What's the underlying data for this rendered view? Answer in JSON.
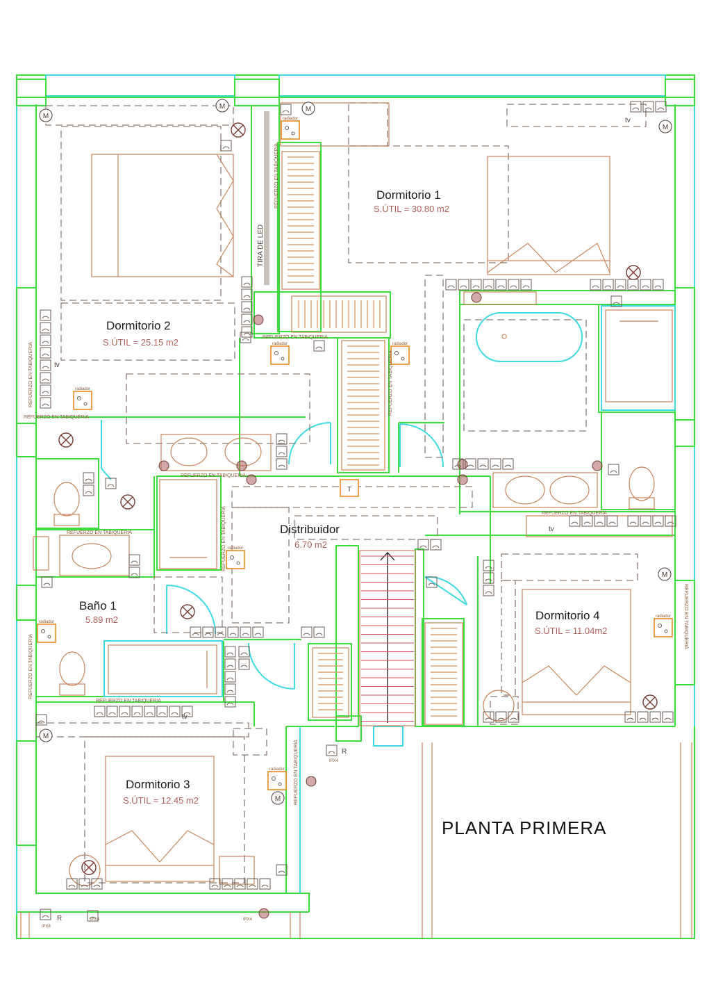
{
  "plan_title": "PLANTA  PRIMERA",
  "rooms": [
    {
      "name": "Dormitorio  1",
      "area": "S.ÚTIL = 30.80 m2"
    },
    {
      "name": "Dormitorio 2",
      "area": "S.ÚTIL = 25.15 m2"
    },
    {
      "name": "Distribuidor",
      "area": "6.70 m2"
    },
    {
      "name": "Baño 1",
      "area": "5.89 m2"
    },
    {
      "name": "Dormitorio 4",
      "area": "S.ÚTIL = 11.04m2"
    },
    {
      "name": "Dormitorio 3",
      "area": "S.ÚTIL = 12.45 m2"
    }
  ],
  "annotations": {
    "reinforcement": "REFUERZO EN TABIQUERIA",
    "led_strip": "TIRA DE LED",
    "radiator": "radiador",
    "tv": "tv",
    "motor": "M",
    "ip_rating": "IPX4",
    "ip_rating_alt": "IPX4",
    "stair_symbol": "T",
    "socket_r": "R"
  },
  "colors": {
    "walls": "#3ddc3d",
    "glazing": "#3fd9e0",
    "furniture": "#c9845a",
    "radiator": "#e88a1e",
    "stairs": "#d64a5a",
    "area_text": "#b0605a"
  }
}
